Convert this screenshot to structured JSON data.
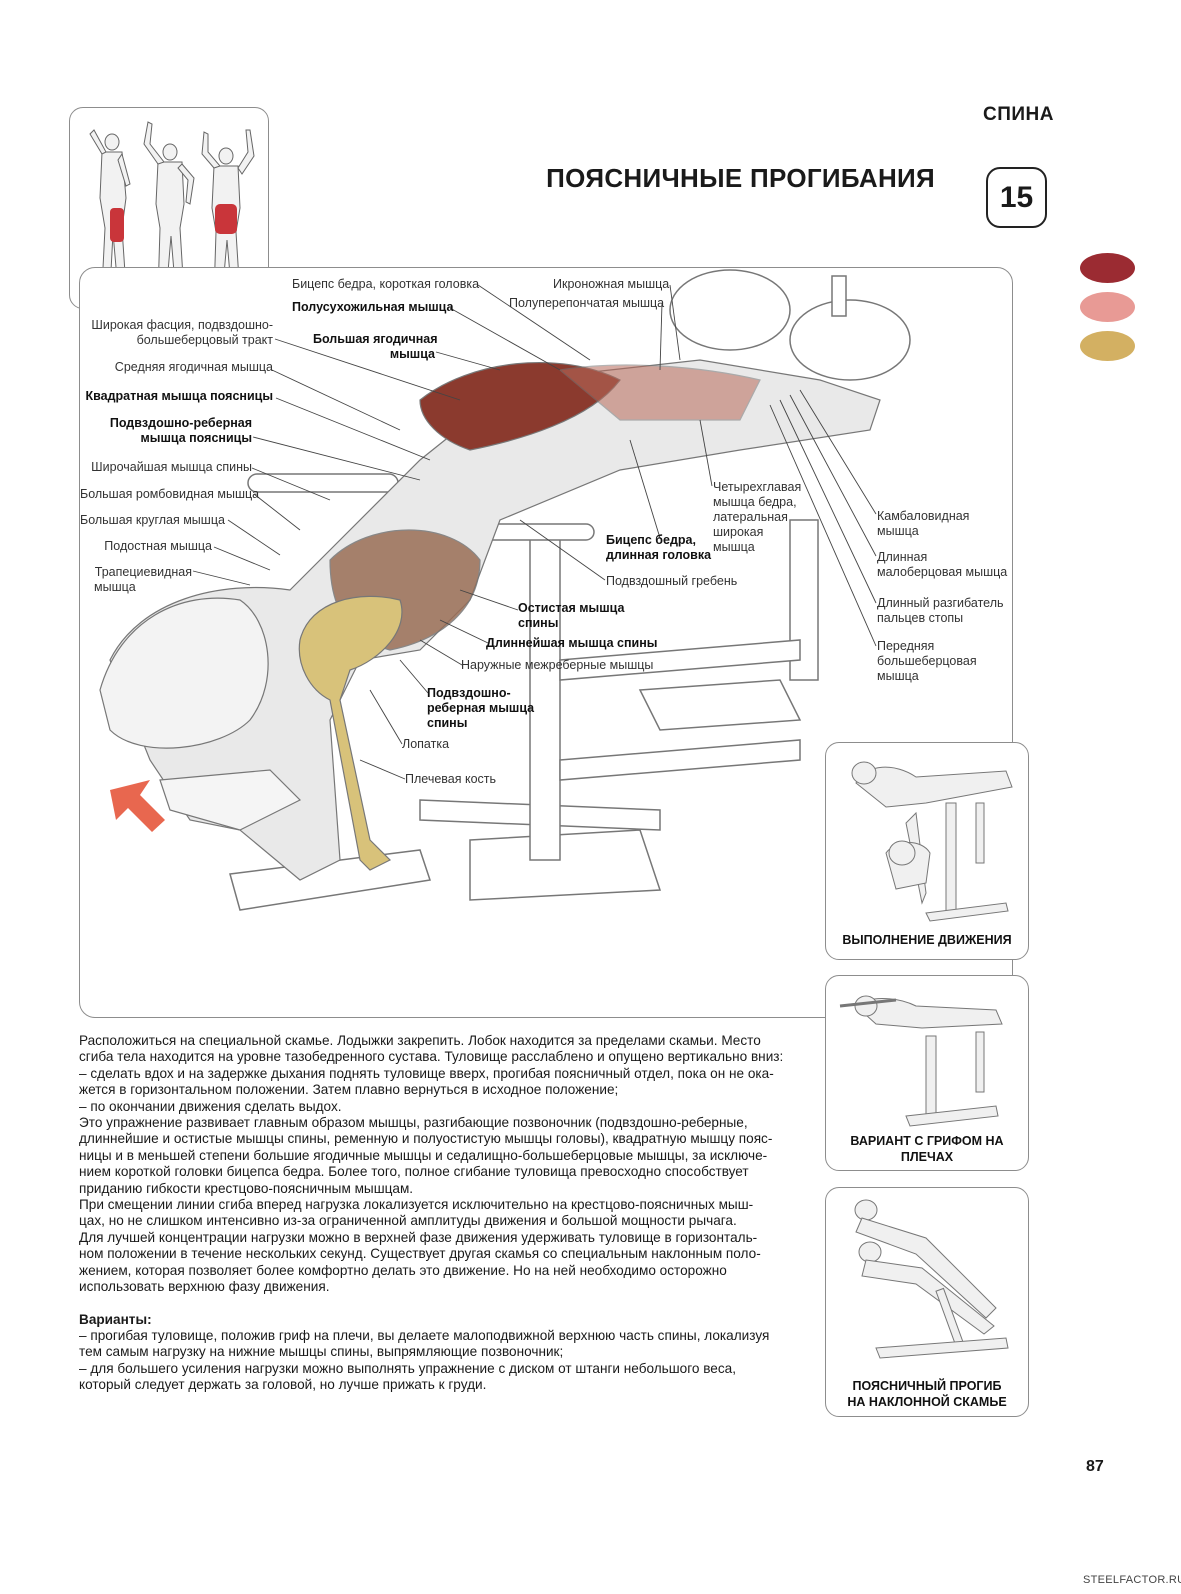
{
  "header": {
    "section": "СПИНА",
    "title": "ПОЯСНИЧНЫЕ ПРОГИБАНИЯ",
    "exercise_number": "15"
  },
  "legend_colors": [
    "#9b2b32",
    "#e89a95",
    "#d3b062"
  ],
  "labels": {
    "l1": "Бицепс бедра, короткая головка",
    "l2": "Полусухожильная мышца",
    "l3": "Большая ягодичная",
    "l3b": "мышца",
    "l4": "Широкая фасция, подвздошно-",
    "l4b": "большеберцовый тракт",
    "l5": "Средняя ягодичная мышца",
    "l6": "Квадратная мышца поясницы",
    "l7": "Подвздошно-реберная",
    "l7b": "мышца поясницы",
    "l8": "Широчайшая мышца спины",
    "l9": "Большая ромбовидная мышца",
    "l10": "Большая круглая мышца",
    "l11": "Подостная мышца",
    "l12": "Трапециевидная",
    "l12b": "мышца",
    "r1": "Икроножная мышца",
    "r2": "Полуперепончатая мышца",
    "r3a": "Четырехглавая",
    "r3b": "мышца бедра,",
    "r3c": "латеральная",
    "r3d": "широкая",
    "r3e": "мышца",
    "r4a": "Камбаловидная",
    "r4b": "мышца",
    "r5a": "Длинная",
    "r5b": "малоберцовая мышца",
    "r6a": "Длинный разгибатель",
    "r6b": "пальцев стопы",
    "r7a": "Передняя",
    "r7b": "большеберцовая",
    "r7c": "мышца",
    "c1a": "Бицепс бедра,",
    "c1b": "длинная головка",
    "c2": "Подвздошный гребень",
    "c3a": "Остистая мышца",
    "c3b": "спины",
    "c4": "Длиннейшая мышца спины",
    "c5": "Наружные межреберные мышцы",
    "c6a": "Подвздошно-",
    "c6b": "реберная мышца",
    "c6c": "спины",
    "c7": "Лопатка",
    "c8": "Плечевая кость"
  },
  "variants_panels": [
    {
      "caption1": "ВЫПОЛНЕНИЕ ДВИЖЕНИЯ",
      "caption2": ""
    },
    {
      "caption1": "ВАРИАНТ С ГРИФОМ НА ПЛЕЧАХ",
      "caption2": ""
    },
    {
      "caption1": "ПОЯСНИЧНЫЙ ПРОГИБ",
      "caption2": "НА НАКЛОННОЙ СКАМЬЕ"
    }
  ],
  "body": {
    "p1": "Расположиться на специальной скамье. Лодыжки закрепить. Лобок находится за пределами скамьи. Место",
    "p2": "сгиба тела находится на уровне тазобедренного сустава. Туловище расслаблено и опущено вертикально вниз:",
    "p3": "– сделать вдох и на задержке дыхания поднять туловище вверх, прогибая поясничный отдел, пока он не ока-",
    "p4": "жется в горизонтальном положении. Затем плавно вернуться в исходное положение;",
    "p5": "– по окончании движения сделать выдох.",
    "p6": "Это упражнение развивает главным образом мышцы, разгибающие позвоночник (подвздошно-реберные,",
    "p7": "длиннейшие и остистые мышцы спины, ременную и полуостистую мышцы головы), квадратную мышцу пояс-",
    "p8": "ницы и в меньшей степени большие ягодичные мышцы и седалищно-большеберцовые мышцы, за исключе-",
    "p9": "нием короткой головки бицепса бедра. Более того, полное сгибание туловища превосходно способствует",
    "p10": "приданию гибкости крестцово-поясничным мышцам.",
    "p11": "При смещении линии сгиба вперед нагрузка локализуется исключительно на крестцово-поясничных мыш-",
    "p12": "цах, но не слишком интенсивно из-за ограниченной амплитуды движения и большой мощности рычага.",
    "p13": "Для лучшей концентрации нагрузки можно в верхней фазе движения удерживать туловище в горизонталь-",
    "p14": "ном положении в течение нескольких секунд. Существует другая скамья со специальным наклонным поло-",
    "p15": "жением, которая позволяет более комфортно делать это движение. Но на ней необходимо осторожно",
    "p16": "использовать верхнюю фазу движения.",
    "variants_title": "Варианты:",
    "v1": "– прогибая туловище, положив гриф на плечи, вы делаете малоподвижной верхнюю часть спины, локализуя",
    "v2": "тем самым нагрузку на нижние мышцы спины, выпрямляющие позвоночник;",
    "v3": "– для большего усиления нагрузки можно выполнять упражнение с диском от штанги небольшого веса,",
    "v4": "который следует держать за головой, но лучше прижать к груди."
  },
  "page_number": "87",
  "site": "STEELFACTOR.RU"
}
